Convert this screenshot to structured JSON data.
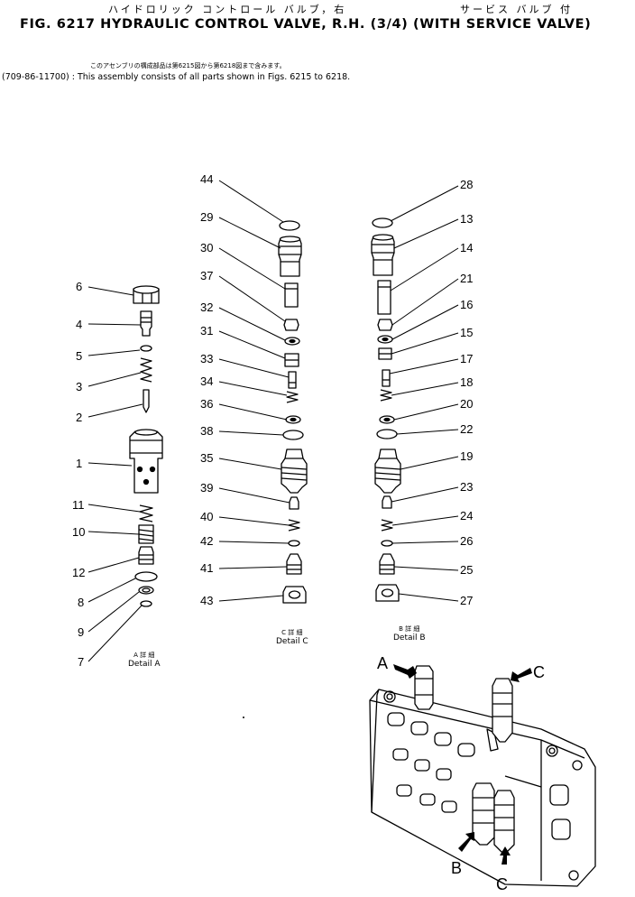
{
  "header": {
    "jp_title": "ハイドロリック コントロール バルブ，右",
    "jp_service": "サービス バルブ 付",
    "title": "FIG. 6217  HYDRAULIC CONTROL VALVE, R.H. (3/4) (WITH SERVICE VALVE)"
  },
  "note": {
    "jp": "このアセンブリの構成部品は第6215図から第6218図まで含みます。",
    "en": "(709-86-11700) : This assembly consists of all parts shown in Figs. 6215 to 6218."
  },
  "details": {
    "a": {
      "jp": "A 詳 細",
      "en": "Detail A"
    },
    "b": {
      "jp": "B 詳 細",
      "en": "Detail B"
    },
    "c": {
      "jp": "C 詳 細",
      "en": "Detail C"
    }
  },
  "callouts": {
    "detail_a": [
      "6",
      "4",
      "5",
      "3",
      "2",
      "1",
      "11",
      "10",
      "12",
      "8",
      "9",
      "7"
    ],
    "detail_c": [
      "44",
      "29",
      "30",
      "37",
      "32",
      "31",
      "33",
      "34",
      "36",
      "38",
      "35",
      "39",
      "40",
      "42",
      "41",
      "43"
    ],
    "detail_b": [
      "28",
      "13",
      "14",
      "21",
      "16",
      "15",
      "17",
      "18",
      "20",
      "22",
      "19",
      "23",
      "24",
      "26",
      "25",
      "27"
    ]
  },
  "view_markers": {
    "a": "A",
    "b": "B",
    "c_top": "C",
    "c_bottom": "C"
  }
}
